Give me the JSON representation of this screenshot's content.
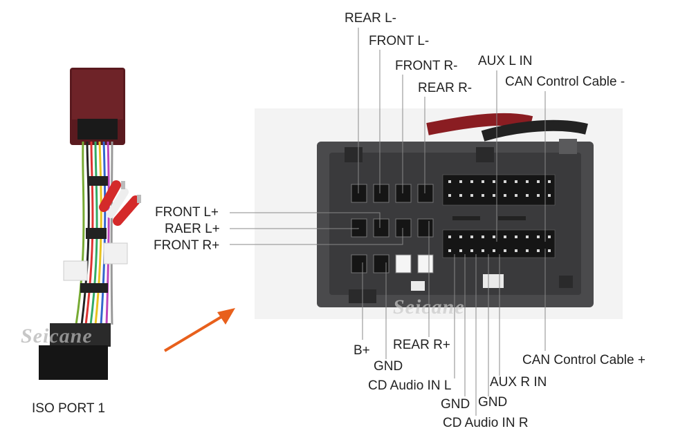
{
  "watermark": "Seicane",
  "port_caption": "ISO PORT 1",
  "labels": {
    "rear_l_minus": "REAR L-",
    "front_l_minus": "FRONT L-",
    "front_r_minus": "FRONT R-",
    "rear_r_minus": "REAR R-",
    "aux_l_in": "AUX L IN",
    "can_minus": "CAN Control Cable -",
    "front_l_plus": "FRONT L+",
    "raer_l_plus": "RAER L+",
    "front_r_plus": "FRONT R+",
    "b_plus": "B+",
    "rear_r_plus": "REAR R+",
    "can_plus": "CAN Control Cable +",
    "gnd_1": "GND",
    "cd_audio_in_l": "CD Audio IN L",
    "aux_r_in": "AUX R IN",
    "gnd_2": "GND",
    "gnd_3": "GND",
    "cd_audio_in_r": "CD Audio IN R"
  },
  "colors": {
    "arrow": "#e8601c",
    "connector_body": "#4a4a4c",
    "connector_face": "#3a3a3c",
    "leader_line": "#888888",
    "label_text": "#222222",
    "rca_red": "#d42a2a",
    "rca_white": "#eeeeee"
  }
}
